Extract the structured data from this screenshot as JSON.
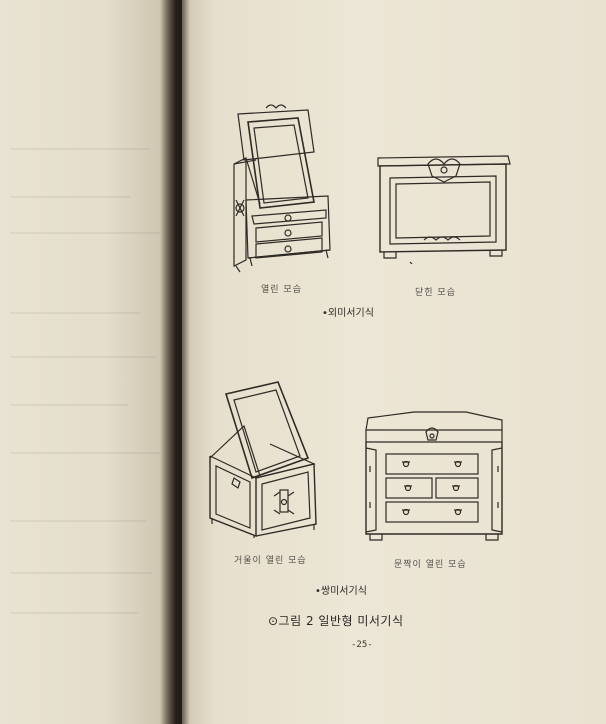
{
  "figure_captions": {
    "top_left": "열린 모습",
    "top_right": "닫힌 모습",
    "bottom_left": "거울이 열린 모습",
    "bottom_right": "문짝이 열린 모습"
  },
  "section_labels": {
    "first": "•외미서기식",
    "second": "•쌍미서기식"
  },
  "figure_title": "⊙그림 2  일반형 미서기식",
  "page_number": "-25-"
}
